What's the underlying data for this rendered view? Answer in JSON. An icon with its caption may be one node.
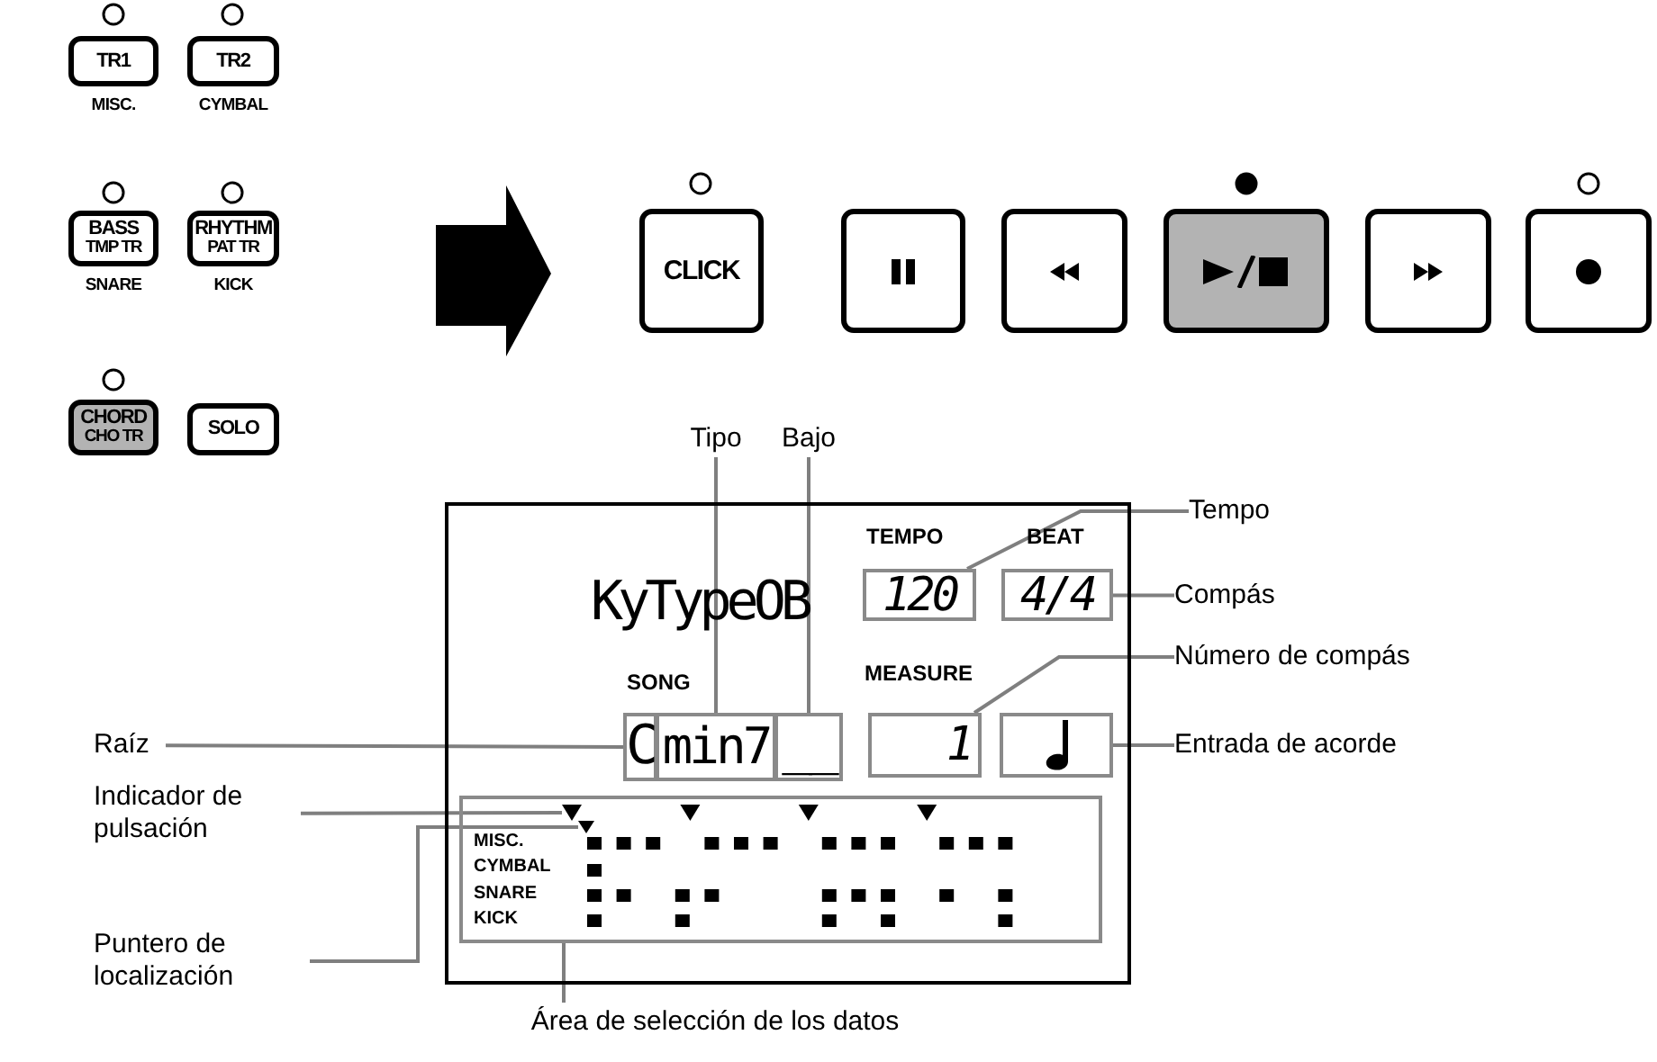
{
  "diagram": {
    "nodes": [
      {
        "text": [
          "TR1"
        ],
        "beside": [
          "MISC."
        ]
      },
      {
        "text": [
          "TR2"
        ],
        "beside": [
          "CYMBAL"
        ]
      },
      {
        "text": [
          "BASS",
          "TMP TR"
        ],
        "beside": [
          "SNARE"
        ]
      },
      {
        "text": [
          "RHYTHM",
          "PAT TR"
        ],
        "beside": [
          "KICK"
        ]
      },
      {
        "text": [
          "CHORD",
          "CHO TR"
        ]
      },
      {
        "text": [
          "SOLO"
        ]
      },
      {
        "text": [
          "CLICK"
        ]
      },
      {
        "text": [],
        "shape": "box"
      },
      {
        "text": [],
        "shape": "box"
      },
      {
        "text": [],
        "shape": "box"
      },
      {
        "text": [],
        "shape": "box"
      },
      {
        "text": [],
        "shape": "box"
      },
      {
        "text": [
          "Tipo"
        ]
      },
      {
        "text": [
          "Bajo"
        ]
      },
      {
        "text": [
          "Tempo"
        ]
      },
      {
        "text": [],
        "shape": "box"
      },
      {
        "text": [
          "120"
        ],
        "in": 15
      },
      {
        "text": [
          "4/4"
        ],
        "in": 15
      },
      {
        "text": [
          "Compás"
        ]
      },
      {
        "text": [
          "Número de compás"
        ]
      },
      {
        "text": [
          "Raíz"
        ]
      },
      {
        "text": [
          "C"
        ],
        "in": 15
      },
      {
        "text": [
          "min7"
        ],
        "in": 15
      },
      {
        "text": [
          "__"
        ],
        "in": 15
      },
      {
        "text": [
          "1"
        ],
        "in": 15
      },
      {
        "text": [],
        "shape": "box",
        "in": 15
      },
      {
        "text": [
          "Entrada de acorde"
        ]
      },
      {
        "text": [
          "Indicador de pulsación"
        ]
      },
      {
        "text": [
          "Puntero de localización"
        ]
      },
      {
        "text": [
          "MISC.",
          "CYMBAL",
          "SNARE",
          "KICK"
        ],
        "in": 15
      },
      {
        "text": [],
        "shape": "triangle",
        "in": 29
      },
      {
        "text": [],
        "shape": "triangle",
        "in": 29
      },
      {
        "text": [
          "Área de selección de los datos"
        ]
      }
    ],
    "edges": [
      {
        "from": 12,
        "to": 22,
        "arrow": "none"
      },
      {
        "from": 13,
        "to": 23,
        "arrow": "none"
      },
      {
        "from": 14,
        "to": 16,
        "arrow": "none"
      },
      {
        "from": 18,
        "to": 17,
        "arrow": "none"
      },
      {
        "from": 19,
        "to": 24,
        "arrow": "none"
      },
      {
        "from": 20,
        "to": 21,
        "arrow": "none"
      },
      {
        "from": 26,
        "to": 25,
        "arrow": "none"
      },
      {
        "from": 27,
        "to": 30,
        "arrow": "none"
      },
      {
        "from": 28,
        "to": 31,
        "arrow": "none"
      },
      {
        "from": 32,
        "to": 29,
        "arrow": "none"
      }
    ],
    "labels": [
      "TEMPO",
      "BEAT",
      "KyTypeOB",
      "SONG",
      "MEASURE"
    ]
  }
}
